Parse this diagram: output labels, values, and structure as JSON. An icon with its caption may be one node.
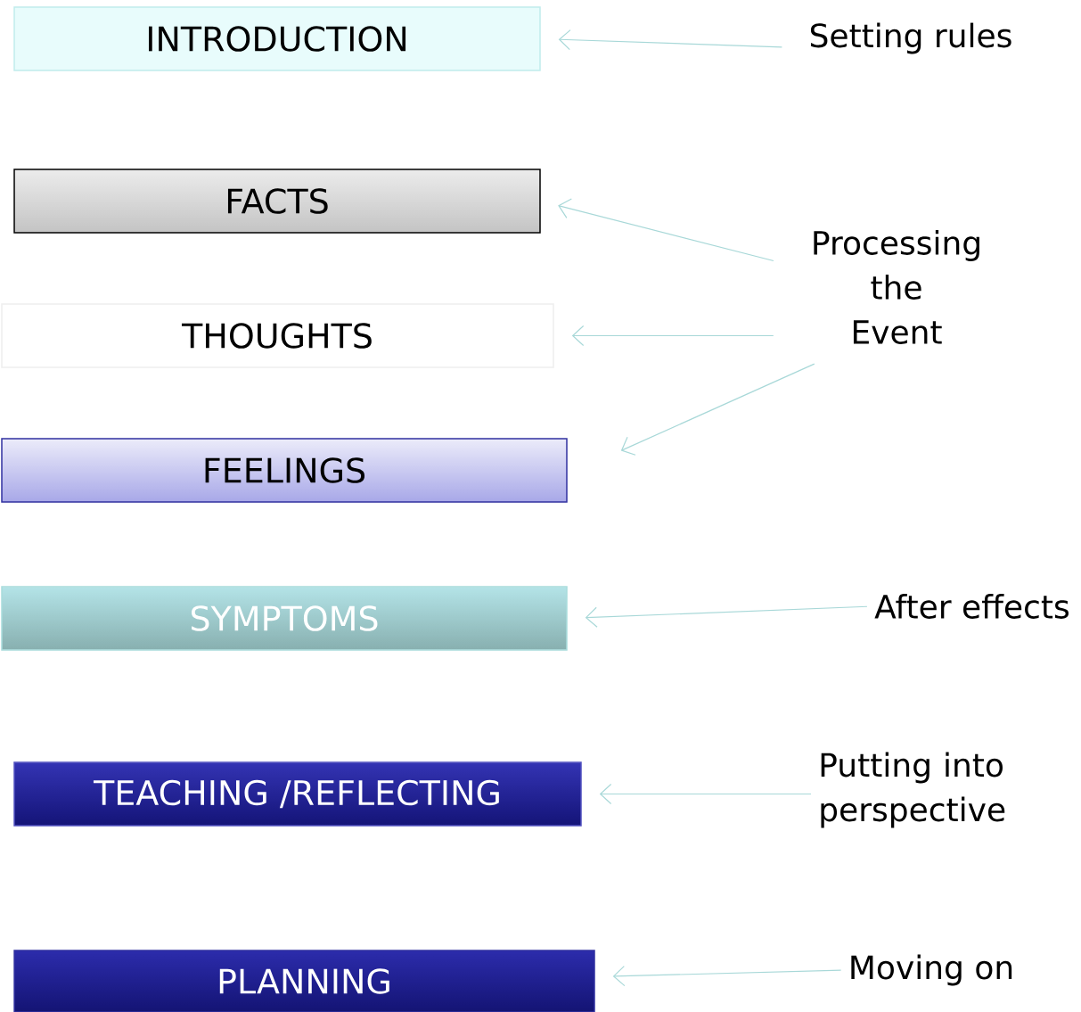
{
  "diagram": {
    "nodes": [
      {
        "text": [
          "INTRODUCTION"
        ]
      },
      {
        "text": [
          "FACTS"
        ]
      },
      {
        "text": [
          "THOUGHTS"
        ]
      },
      {
        "text": [
          "FEELINGS"
        ]
      },
      {
        "text": [
          "SYMPTOMS"
        ]
      },
      {
        "text": [
          "TEACHING /REFLECTING"
        ]
      },
      {
        "text": [
          "PLANNING"
        ]
      },
      {
        "text": [
          "Setting rules"
        ]
      },
      {
        "text": [
          "Processing the Event"
        ]
      },
      {
        "text": [
          "After effects"
        ]
      },
      {
        "text": [
          "Putting into perspective"
        ]
      },
      {
        "text": [
          "Moving on"
        ]
      }
    ],
    "edges": [
      {
        "from": 7,
        "to": 0,
        "arrow": "to"
      },
      {
        "from": 8,
        "to": 1,
        "arrow": "to"
      },
      {
        "from": 8,
        "to": 2,
        "arrow": "to"
      },
      {
        "from": 8,
        "to": 3,
        "arrow": "to"
      },
      {
        "from": 9,
        "to": 4,
        "arrow": "to"
      },
      {
        "from": 10,
        "to": 5,
        "arrow": "to"
      },
      {
        "from": 11,
        "to": 6,
        "arrow": "to"
      }
    ]
  }
}
